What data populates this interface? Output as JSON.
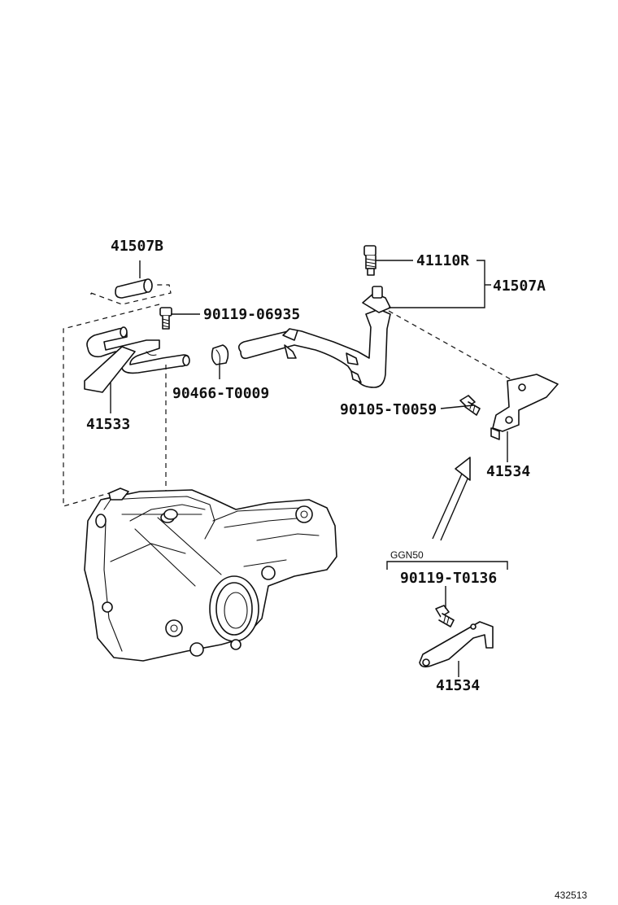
{
  "diagram_id": "432513",
  "variant_label": "GGN50",
  "parts": {
    "hose_b": "41507B",
    "bolt_1": "90119-06935",
    "clamp": "90466-T0009",
    "pipe_left": "41533",
    "breather_plug": "41110R",
    "hose_a": "41507A",
    "bolt_2": "90105-T0059",
    "bracket_upper": "41534",
    "bolt_3": "90119-T0136",
    "bracket_lower": "41534"
  }
}
